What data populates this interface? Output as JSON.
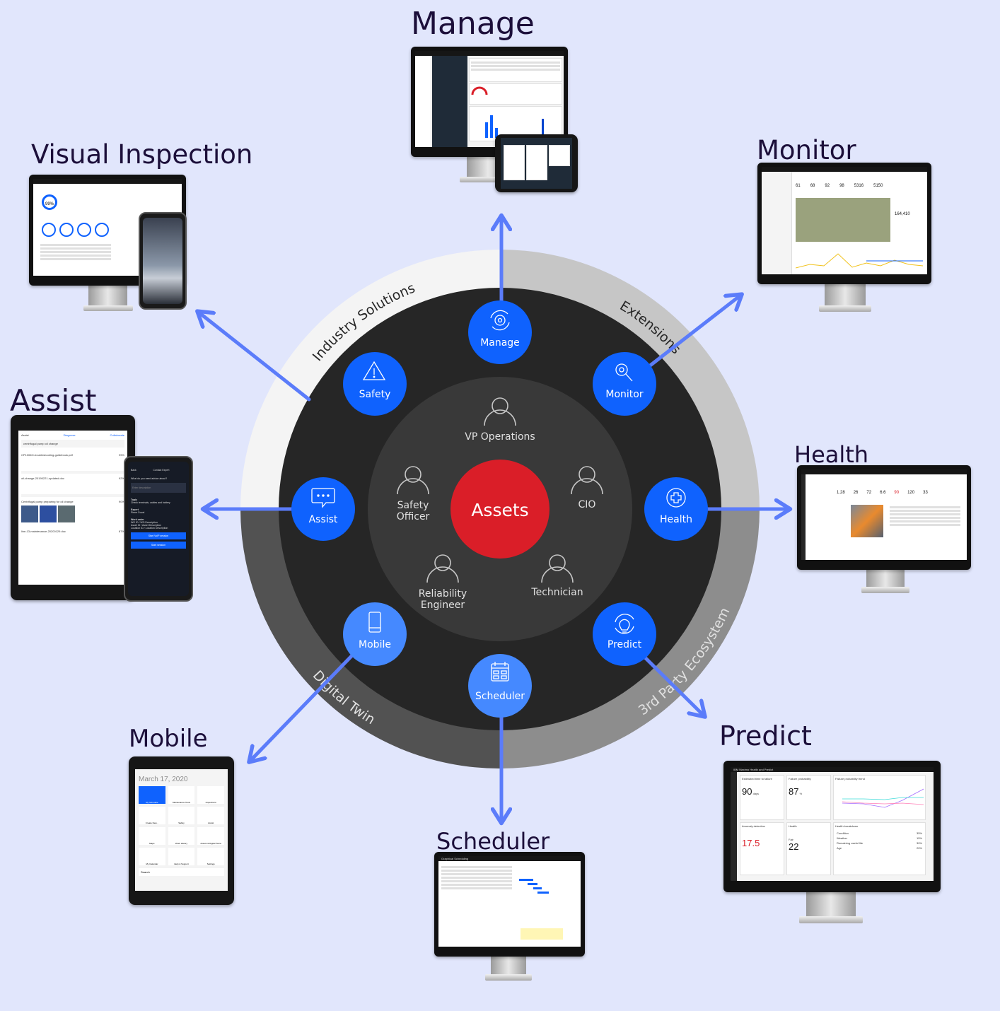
{
  "center": {
    "label": "Assets",
    "color": "#da1e28"
  },
  "roles": [
    {
      "label": "VP Operations"
    },
    {
      "label": "Safety",
      "label2": "Officer"
    },
    {
      "label": "CIO"
    },
    {
      "label": "Reliability",
      "label2": "Engineer"
    },
    {
      "label": "Technician"
    }
  ],
  "modules": [
    {
      "label": "Manage",
      "icon": "gear-cycle-icon"
    },
    {
      "label": "Monitor",
      "icon": "magnify-gear-icon"
    },
    {
      "label": "Health",
      "icon": "plus-badge-icon"
    },
    {
      "label": "Predict",
      "icon": "lightbulb-icon"
    },
    {
      "label": "Scheduler",
      "icon": "calendar-icon"
    },
    {
      "label": "Mobile",
      "icon": "mobile-icon"
    },
    {
      "label": "Assist",
      "icon": "chat-icon"
    },
    {
      "label": "Safety",
      "icon": "warning-icon"
    }
  ],
  "ring": {
    "industry": "Industry Solutions",
    "extensions": "Extensions",
    "digital_twin": "Digital Twin",
    "ecosystem": "3rd Party Ecosystem"
  },
  "colors": {
    "background": "#e1e6fc",
    "module_blue": "#0f62fe",
    "module_light_blue": "#4589ff",
    "arrow": "#5b7cfa",
    "dark_ring": "#262626",
    "inner_circle": "#393939"
  },
  "products": {
    "manage": {
      "title": "Manage"
    },
    "visual_inspection": {
      "title": "Visual Inspection",
      "score": "99%"
    },
    "monitor": {
      "title": "Monitor",
      "values": [
        "61",
        "68",
        "92",
        "98",
        "5316",
        "5150"
      ],
      "total": "164,410"
    },
    "health": {
      "title": "Health",
      "values": [
        "1.28",
        "26",
        "72",
        "6.6",
        "90",
        "120",
        "33"
      ]
    },
    "predict": {
      "title": "Predict",
      "app_name": "IBM Maximo Health and Predict",
      "cards": [
        {
          "label": "Estimated time to failure",
          "value": "90",
          "unit": "days"
        },
        {
          "label": "Failure probability",
          "value": "87",
          "unit": "%"
        },
        {
          "label": "Failure probability trend"
        },
        {
          "label": "Anomaly detection",
          "value": "17.5"
        },
        {
          "label": "Health",
          "value": "22",
          "sub": "Fair"
        },
        {
          "label": "Health breakdown"
        }
      ],
      "breakdown": [
        {
          "contributor": "Condition",
          "weight": "35%"
        },
        {
          "contributor": "Weather",
          "weight": "15%"
        },
        {
          "contributor": "Remaining useful life",
          "weight": "30%"
        },
        {
          "contributor": "Age",
          "weight": "20%"
        }
      ]
    },
    "scheduler": {
      "title": "Scheduler",
      "app_name": "Graphical Scheduling"
    },
    "mobile": {
      "title": "Mobile",
      "date": "March 17, 2020",
      "tiles": [
        "My Schedule",
        "Maintenance Tools",
        "Inspections",
        "Create New...",
        "Safety",
        "Assist",
        "Maps",
        "Work History",
        "Assets & Digital Twins",
        "My Calendar",
        "Help & Support",
        "Settings"
      ],
      "search": "Search"
    },
    "assist": {
      "title": "Assist",
      "header": "Assist",
      "diagnose": "Diagnose",
      "collaborate": "Collaborate",
      "query": "centrifugal pump oil change",
      "results": [
        {
          "name": "CP1006O-troubleshooting-guidebook.pdf",
          "score": "99%"
        },
        {
          "name": "oil-change-20190221-updated.doc",
          "score": "92%"
        },
        {
          "name": "Centrifugal pump preparing for oil change",
          "score": "90%"
        },
        {
          "name": "line-13-maintenance-20200129.doc",
          "score": "87%"
        }
      ],
      "phone": {
        "back": "Back",
        "heading": "Contact Expert",
        "question": "What do you need advice about?",
        "placeholder": "Enter description",
        "topic_label": "Topic",
        "topic": "Check terminals, cables and battery",
        "expert_label": "Expert",
        "expert": "Pierre Duval",
        "work_order_label": "Work order",
        "work_order": [
          "WO ID / WO Description",
          "Asset ID / Asset Description",
          "Location ID / Location Description"
        ],
        "voip": "Start VoIP session",
        "start": "Start session"
      }
    }
  }
}
